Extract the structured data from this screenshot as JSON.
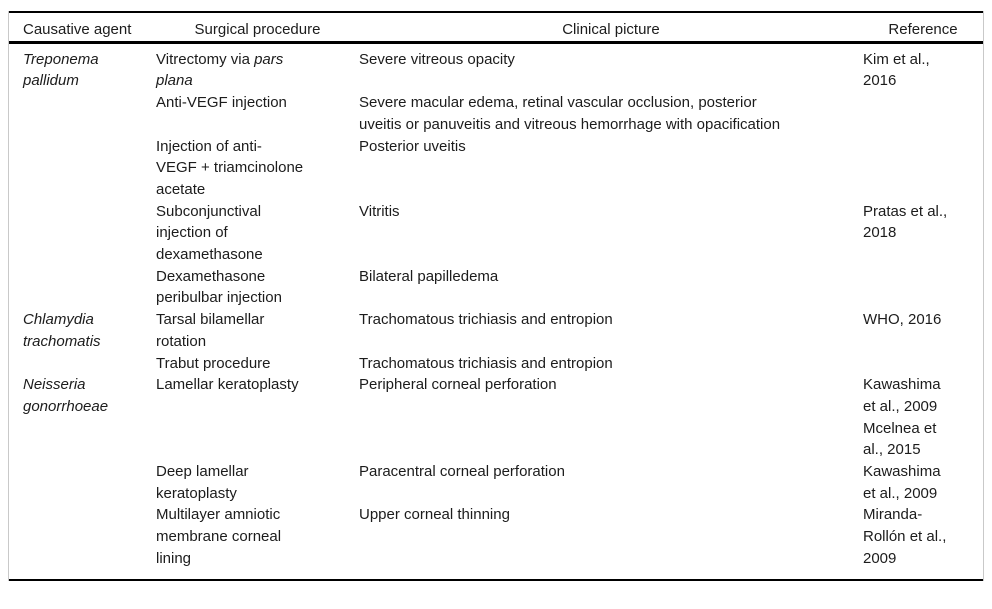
{
  "colors": {
    "background": "#ffffff",
    "text": "#1c1c1c",
    "rule": "#000000",
    "frame_line": "#c9c9c9"
  },
  "table": {
    "columns": [
      "Causative agent",
      "Surgical procedure",
      "Clinical picture",
      "Reference"
    ],
    "groups": [
      {
        "agent": "Treponema pallidum",
        "rows": [
          {
            "procedure": [
              {
                "text": "Vitrectomy via ",
                "italic": false
              },
              {
                "text": "pars plana",
                "italic": true
              }
            ],
            "clinical": "Severe vitreous opacity",
            "references": [
              "Kim et al., 2016"
            ]
          },
          {
            "procedure": [
              {
                "text": "Anti-VEGF injection",
                "italic": false
              }
            ],
            "clinical": "Severe macular edema, retinal vascular occlusion, posterior uveitis or panuveitis and vitreous hemorrhage with opacification",
            "references": []
          },
          {
            "procedure": [
              {
                "text": "Injection of anti-VEGF + triamcinolone acetate",
                "italic": false
              }
            ],
            "clinical": "Posterior uveitis",
            "references": []
          },
          {
            "procedure": [
              {
                "text": "Subconjunctival injection of dexamethasone",
                "italic": false
              }
            ],
            "clinical": "Vitritis",
            "references": [
              "Pratas et al., 2018"
            ]
          },
          {
            "procedure": [
              {
                "text": "Dexamethasone peribulbar injection",
                "italic": false
              }
            ],
            "clinical": "Bilateral papilledema",
            "references": []
          }
        ]
      },
      {
        "agent": "Chlamydia trachomatis",
        "rows": [
          {
            "procedure": [
              {
                "text": "Tarsal bilamellar rotation",
                "italic": false
              }
            ],
            "clinical": "Trachomatous trichiasis and entropion",
            "references": [
              "WHO, 2016"
            ]
          },
          {
            "procedure": [
              {
                "text": "Trabut procedure",
                "italic": false
              }
            ],
            "clinical": "Trachomatous trichiasis and entropion",
            "references": []
          }
        ]
      },
      {
        "agent": "Neisseria gonorrhoeae",
        "rows": [
          {
            "procedure": [
              {
                "text": "Lamellar keratoplasty",
                "italic": false
              }
            ],
            "clinical": "Peripheral corneal perforation",
            "references": [
              "Kawashima et al., 2009",
              "Mcelnea et al., 2015"
            ]
          },
          {
            "procedure": [
              {
                "text": "Deep lamellar keratoplasty",
                "italic": false
              }
            ],
            "clinical": "Paracentral corneal perforation",
            "references": [
              "Kawashima et al., 2009"
            ]
          },
          {
            "procedure": [
              {
                "text": "Multilayer amniotic membrane corneal lining",
                "italic": false
              }
            ],
            "clinical": "Upper corneal thinning",
            "references": [
              "Miranda-Rollón et al., 2009"
            ]
          }
        ]
      }
    ]
  }
}
